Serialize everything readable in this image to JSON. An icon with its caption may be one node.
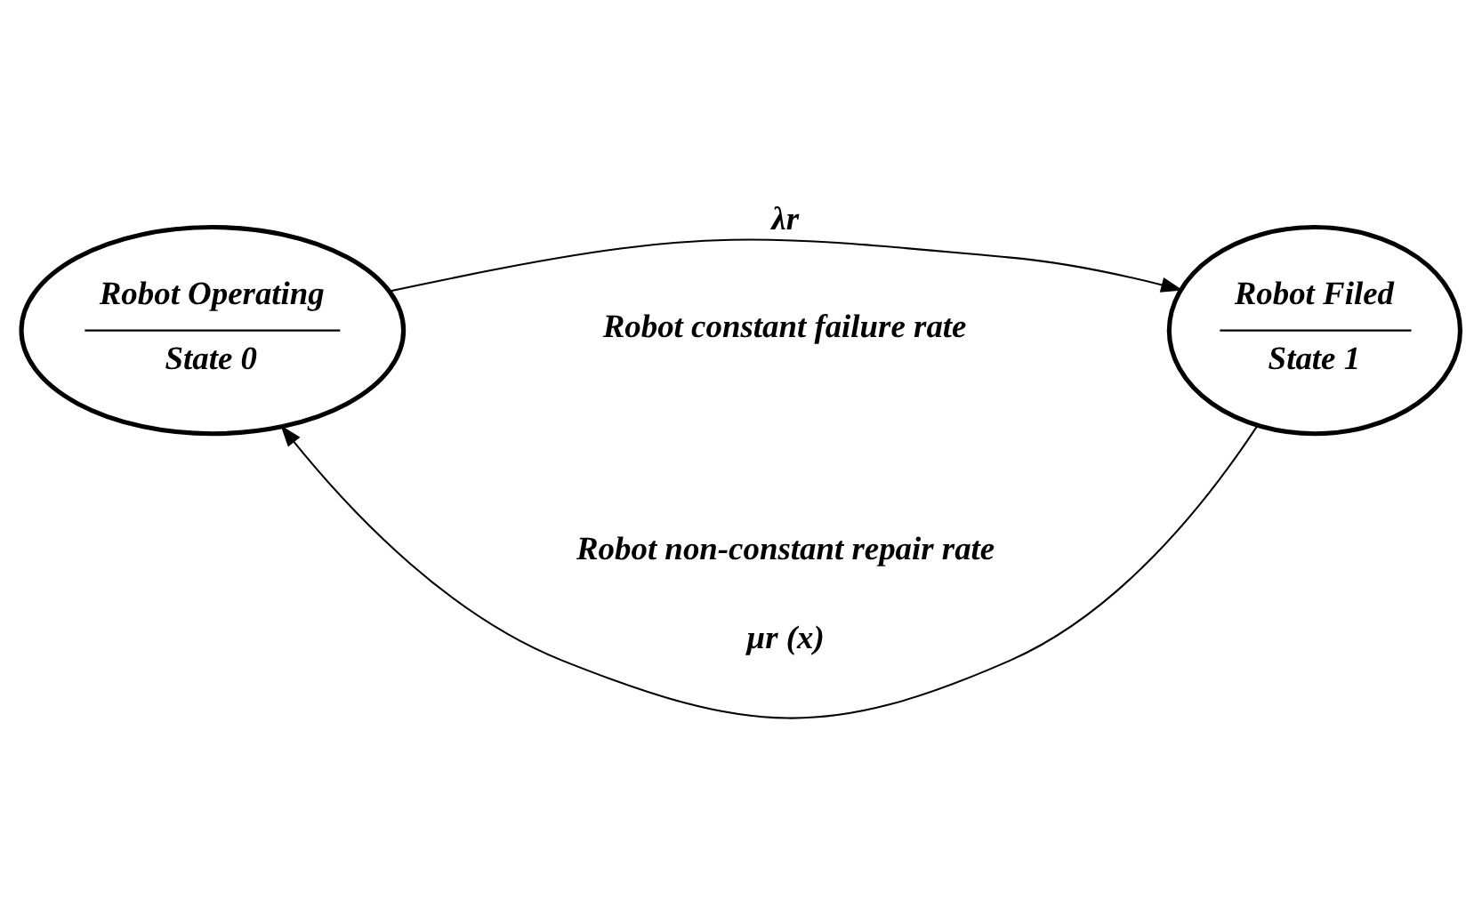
{
  "diagram": {
    "nodes": [
      {
        "text": [
          "Robot Operating",
          "State 0"
        ]
      },
      {
        "text": [
          "Robot Filed",
          "State 1"
        ]
      }
    ],
    "edges": [
      {
        "from": 0,
        "to": 1,
        "arrow": "to",
        "label": "λr"
      },
      {
        "from": 1,
        "to": 0,
        "arrow": "to",
        "label": "μr (x)"
      }
    ],
    "labels": [
      "Robot constant failure rate",
      "Robot non-constant repair rate"
    ]
  }
}
